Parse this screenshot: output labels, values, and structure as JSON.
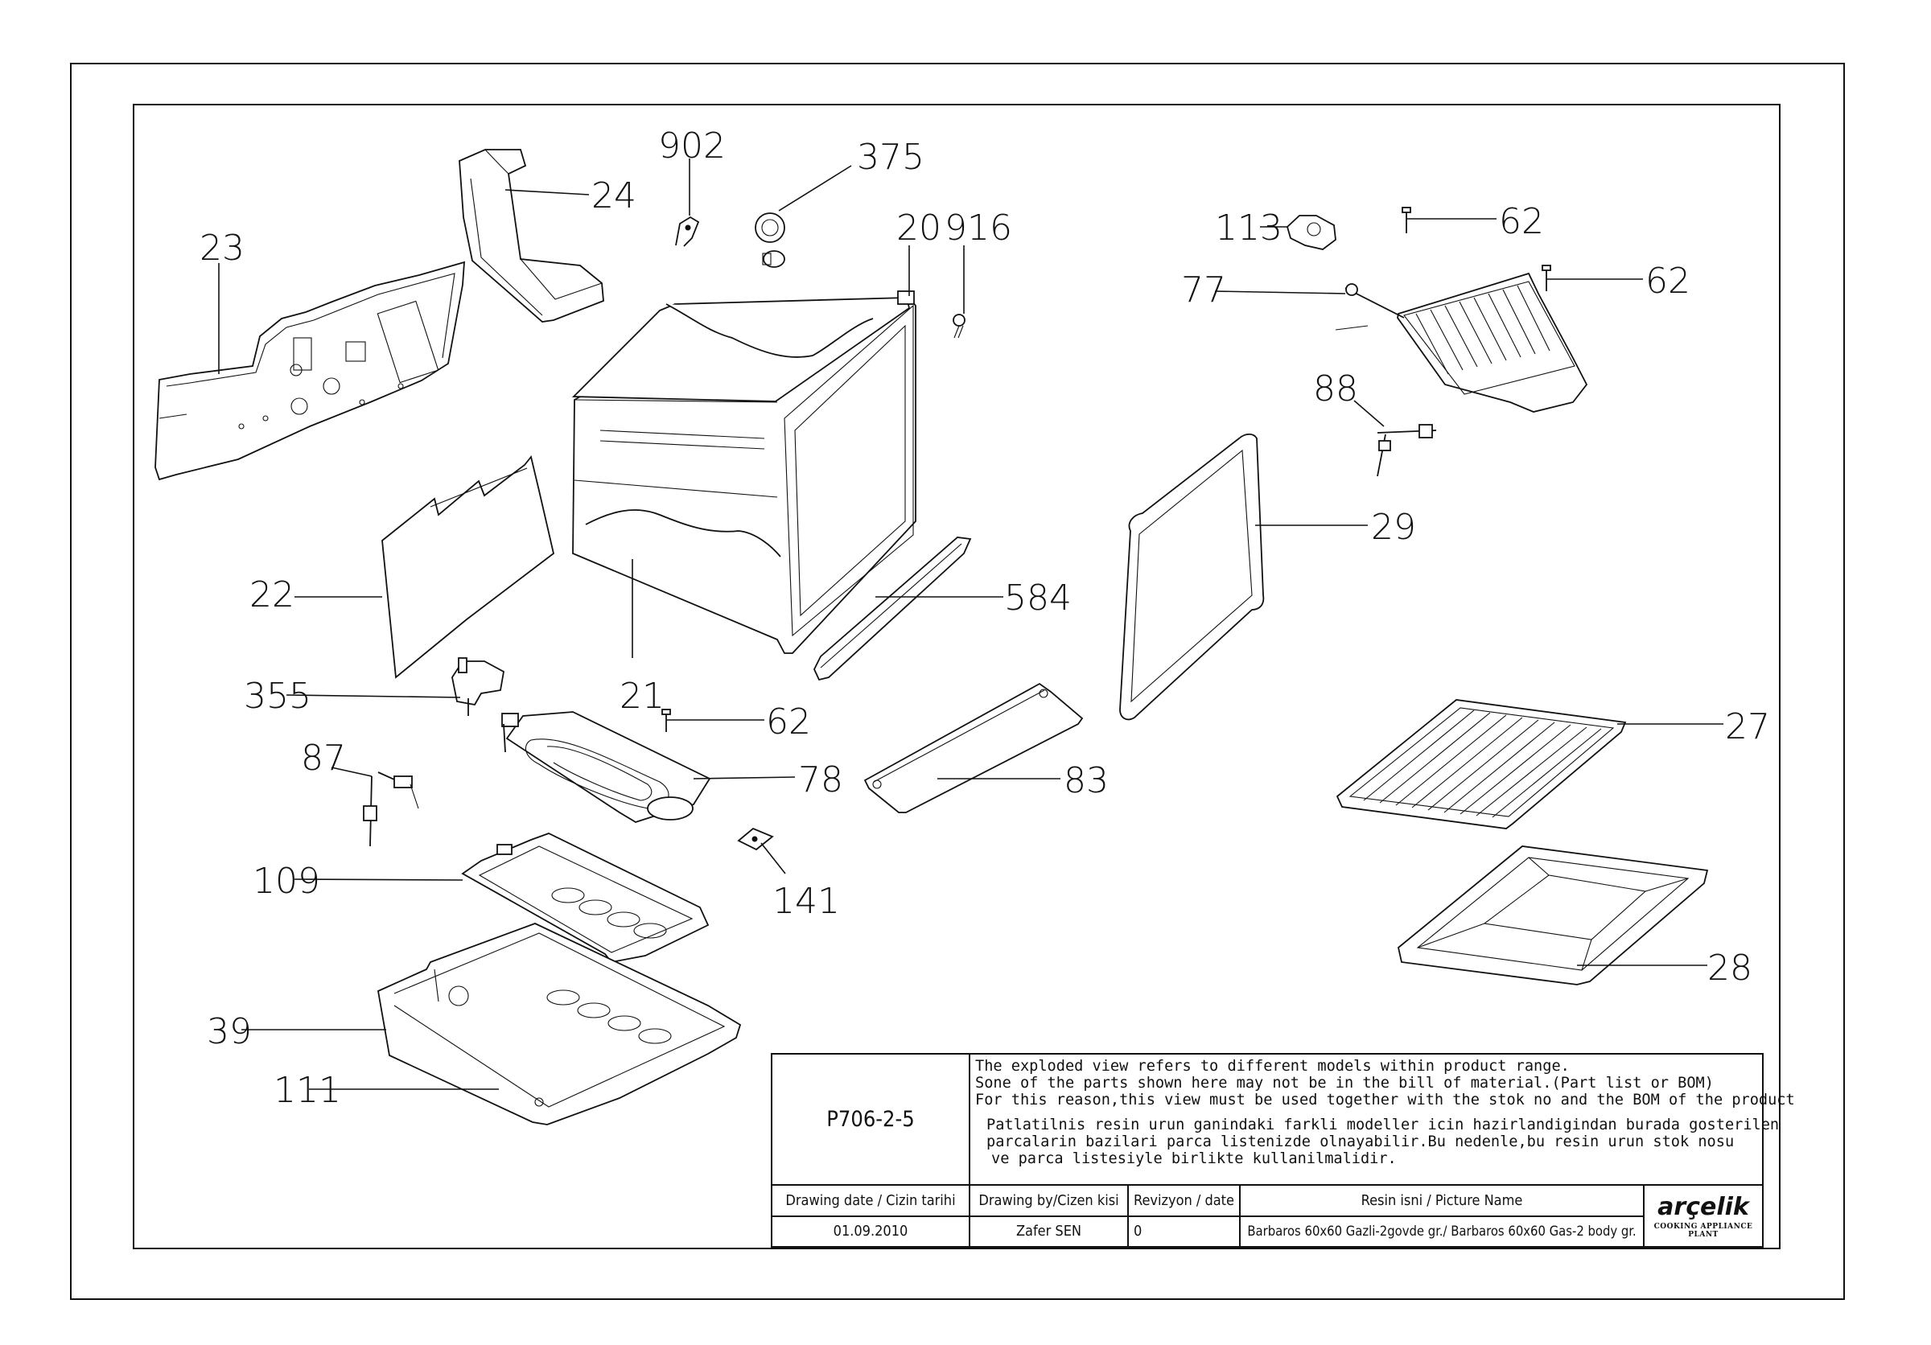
{
  "diagram": {
    "callouts": [
      "23",
      "24",
      "902",
      "375",
      "20",
      "916",
      "113",
      "62",
      "62",
      "77",
      "88",
      "29",
      "22",
      "21",
      "584",
      "355",
      "62",
      "87",
      "78",
      "83",
      "141",
      "27",
      "109",
      "28",
      "39",
      "111"
    ]
  },
  "title_block": {
    "drawing_code": "P706-2-5",
    "note_en": [
      "The exploded view refers to different models within product range.",
      "Sone of the parts shown here may not be in the bill of material.(Part list or BOM)",
      "For this reason,this view must be used together with the stok no and the BOM of the product"
    ],
    "note_tr": [
      "Patlatilnis resin urun ganindaki farkli modeller icin hazirlandigindan burada gosterilen",
      "parcalarin bazilari parca listenizde olnayabilir.Bu nedenle,bu resin urun stok nosu",
      "ve parca listesiyle birlikte kullanilmalidir."
    ],
    "headers": {
      "drawing_date": "Drawing date / Cizin tarihi",
      "drawing_by": "Drawing by/Cizen kisi",
      "revision": "Revizyon / date",
      "picture_name": "Resin isni / Picture Name"
    },
    "values": {
      "drawing_date": "01.09.2010",
      "drawing_by": "Zafer SEN",
      "revision": "0",
      "picture_name": "Barbaros 60x60 Gazli-2govde gr./ Barbaros 60x60 Gas-2 body gr."
    },
    "logo": {
      "word": "arçelik",
      "subtitle": "COOKING APPLIANCE PLANT"
    }
  }
}
